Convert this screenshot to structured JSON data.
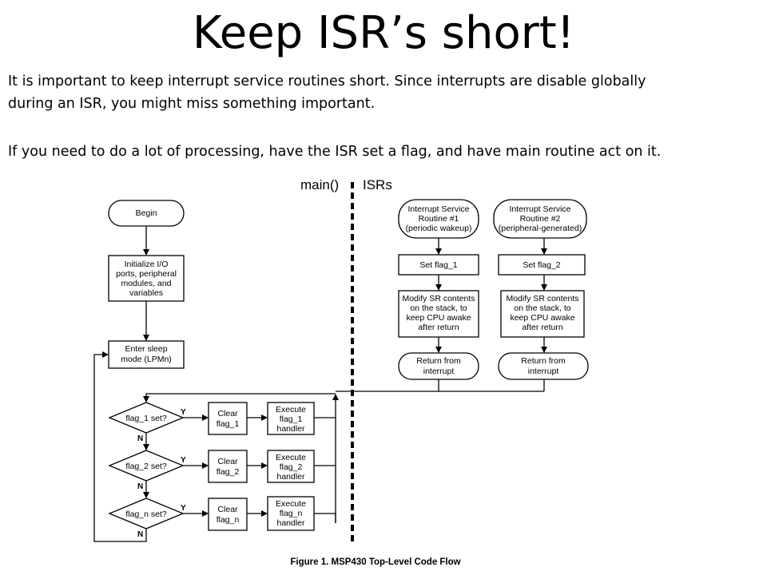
{
  "title": "Keep ISR’s short!",
  "paragraphs": {
    "p1_line1": "It is important to keep interrupt service routines short.  Since interrupts are disable globally",
    "p1_line2": "during an ISR, you might miss something important.",
    "p2": "If you need to do a lot of processing, have the ISR set a flag, and have main routine act on it."
  },
  "diagram": {
    "main_label": "main()",
    "isr_label": "ISRs",
    "begin": "Begin",
    "init": [
      "Initialize I/O",
      "ports, peripheral",
      "modules, and",
      "variables"
    ],
    "sleep": [
      "Enter sleep",
      "mode (LPMn)"
    ],
    "decisions": [
      {
        "question": "flag_1 set?",
        "clear": [
          "Clear",
          "flag_1"
        ],
        "execute": [
          "Execute",
          "flag_1",
          "handler"
        ]
      },
      {
        "question": "flag_2 set?",
        "clear": [
          "Clear",
          "flag_2"
        ],
        "execute": [
          "Execute",
          "flag_2",
          "handler"
        ]
      },
      {
        "question": "flag_n set?",
        "clear": [
          "Clear",
          "flag_n"
        ],
        "execute": [
          "Execute",
          "flag_n",
          "handler"
        ]
      }
    ],
    "yes": "Y",
    "no": "N",
    "isrs": [
      {
        "name": [
          "Interrupt Service",
          "Routine #1",
          "(periodic wakeup)"
        ],
        "set": "Set flag_1",
        "modify": [
          "Modify SR contents",
          "on the stack, to",
          "keep CPU awake",
          "after return"
        ],
        "return": [
          "Return from",
          "interrupt"
        ]
      },
      {
        "name": [
          "Interrupt Service",
          "Routine #2",
          "(peripheral-generated)"
        ],
        "set": "Set flag_2",
        "modify": [
          "Modify SR contents",
          "on the stack, to",
          "keep CPU awake",
          "after return"
        ],
        "return": [
          "Return from",
          "interrupt"
        ]
      }
    ],
    "caption": "Figure 1. MSP430 Top-Level Code Flow"
  }
}
